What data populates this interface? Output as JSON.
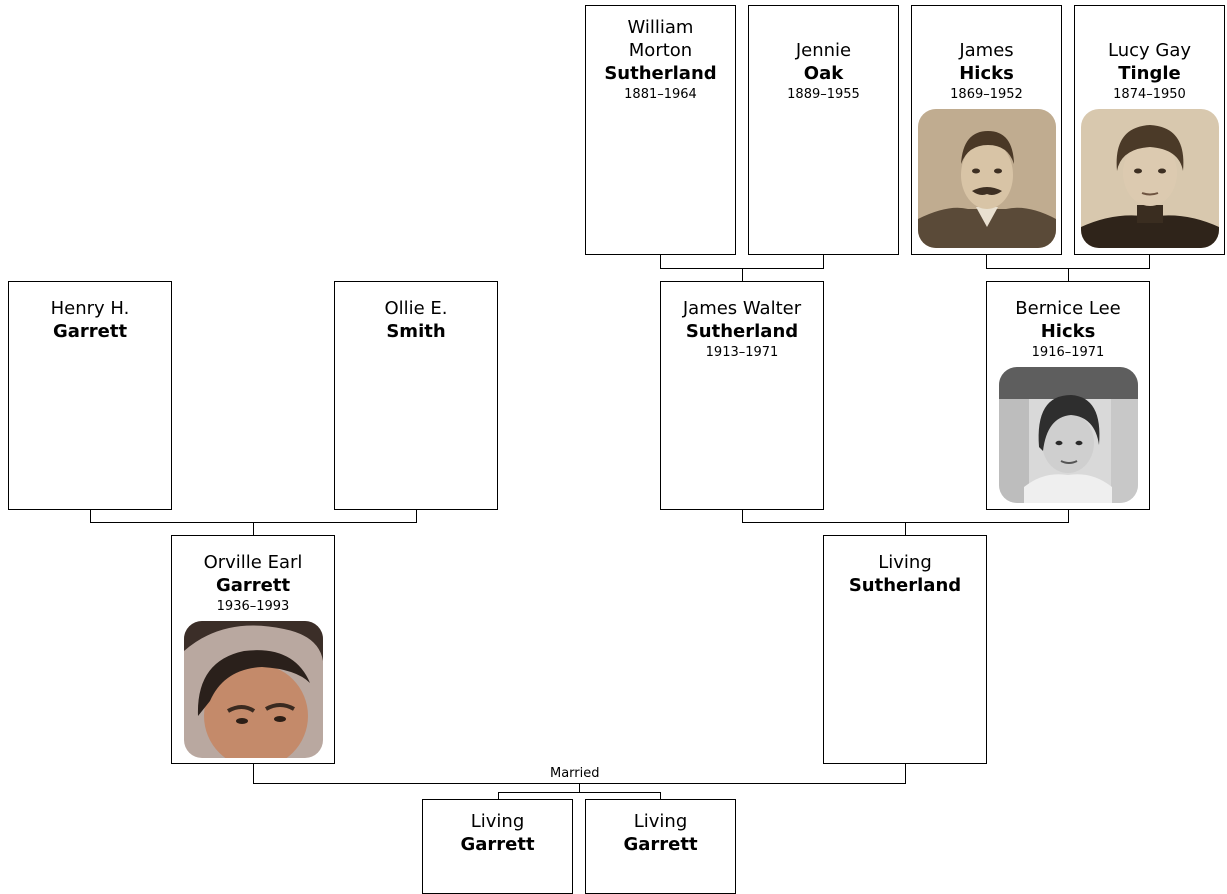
{
  "people": {
    "p_wms": {
      "given": "William Morton",
      "surname": "Sutherland",
      "dates": "1881–1964"
    },
    "p_jo": {
      "given": "Jennie",
      "surname": "Oak",
      "dates": "1889–1955"
    },
    "p_jh": {
      "given": "James",
      "surname": "Hicks",
      "dates": "1869–1952",
      "photo": "portrait-james-hicks"
    },
    "p_lgt": {
      "given": "Lucy Gay",
      "surname": "Tingle",
      "dates": "1874–1950",
      "photo": "portrait-lucy-gay-tingle"
    },
    "p_hhg": {
      "given": "Henry H.",
      "surname": "Garrett",
      "dates": ""
    },
    "p_oes": {
      "given": "Ollie E.",
      "surname": "Smith",
      "dates": ""
    },
    "p_jws": {
      "given": "James Walter",
      "surname": "Sutherland",
      "dates": "1913–1971"
    },
    "p_blh": {
      "given": "Bernice Lee",
      "surname": "Hicks",
      "dates": "1916–1971",
      "photo": "portrait-bernice-lee-hicks"
    },
    "p_oeg": {
      "given": "Orville Earl",
      "surname": "Garrett",
      "dates": "1936–1993",
      "photo": "portrait-orville-earl-garrett"
    },
    "p_ls": {
      "given": "Living",
      "surname": "Sutherland",
      "dates": ""
    },
    "p_lg1": {
      "given": "Living",
      "surname": "Garrett",
      "dates": ""
    },
    "p_lg2": {
      "given": "Living",
      "surname": "Garrett",
      "dates": ""
    }
  },
  "marriage_label": "Married",
  "colors": {
    "border": "#000000",
    "background": "#ffffff",
    "photo_sepia": "#a08c72",
    "photo_bw": "#9a9a9a",
    "photo_color": "#8a6650"
  }
}
